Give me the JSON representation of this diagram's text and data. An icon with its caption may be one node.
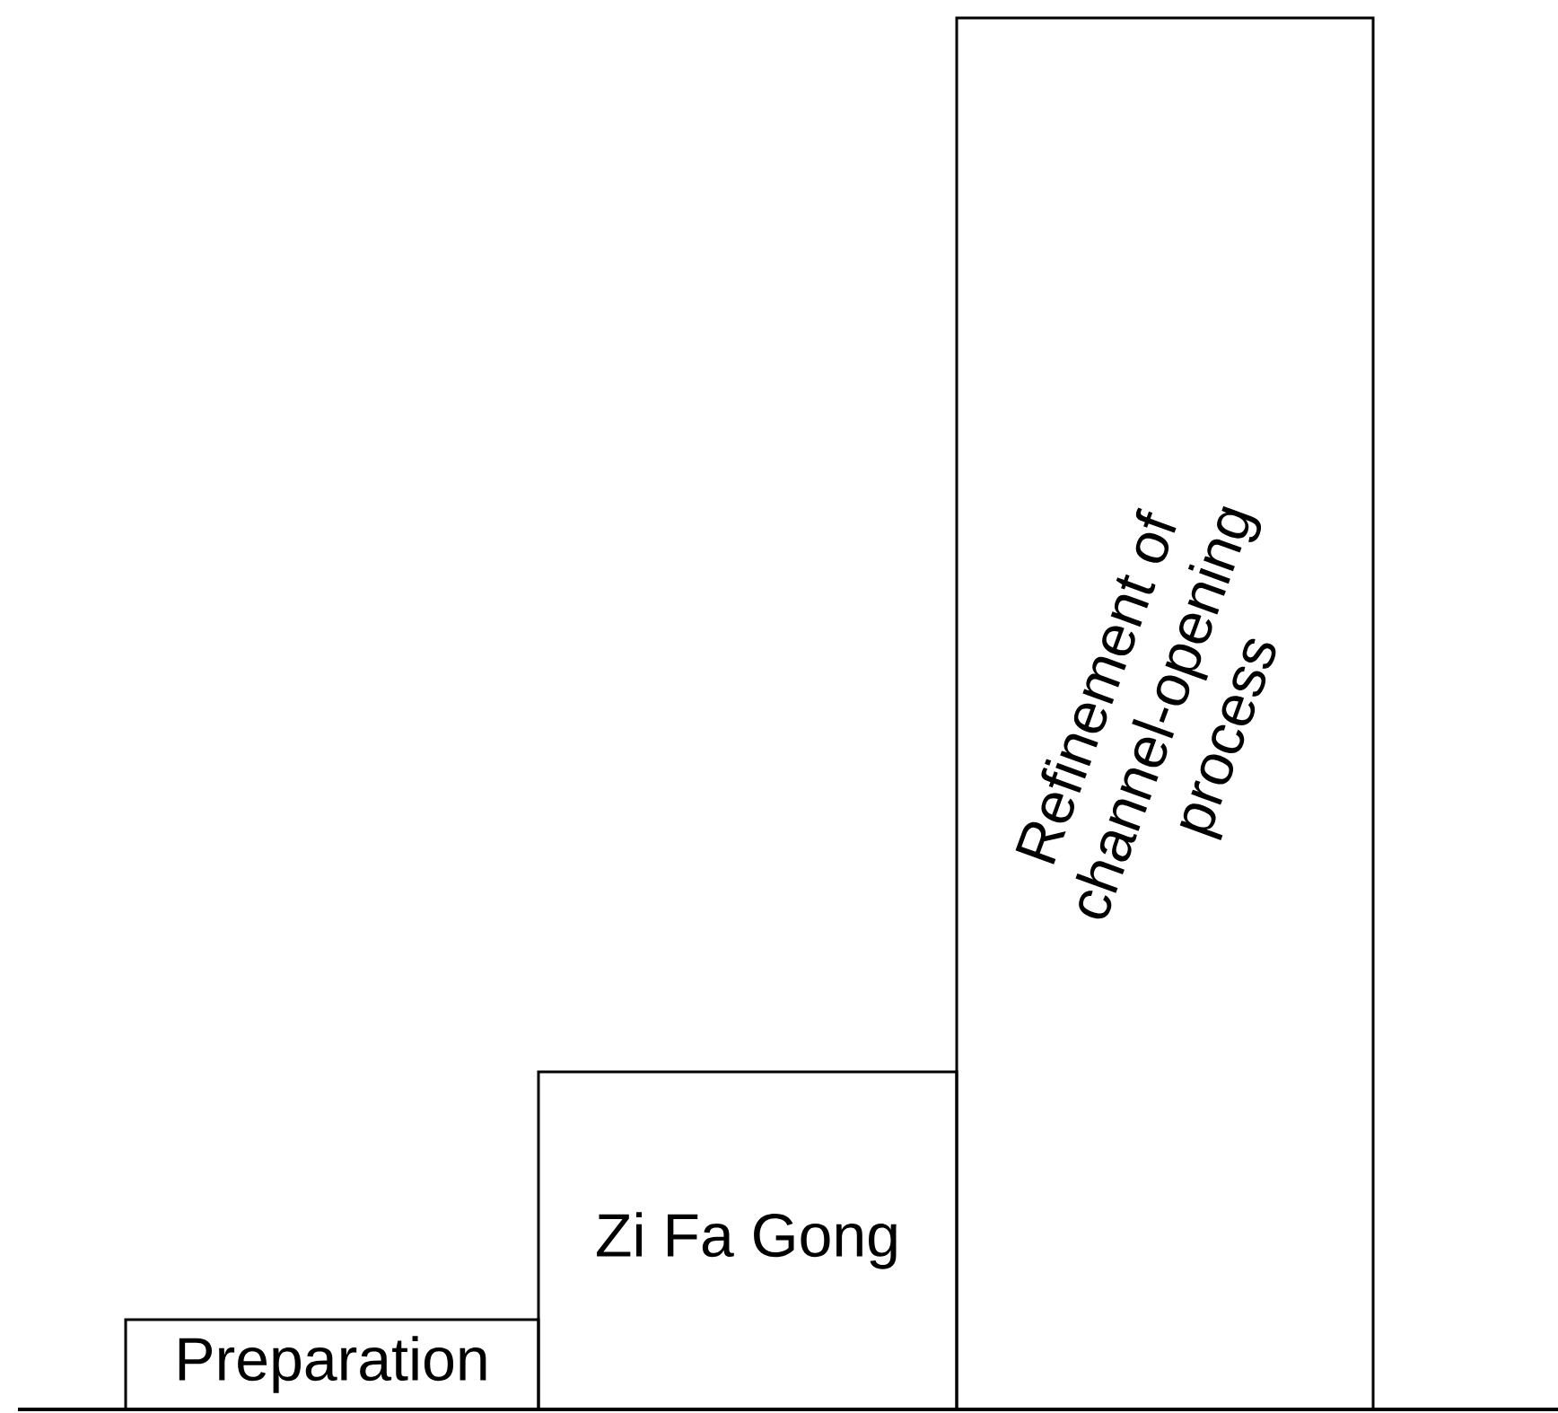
{
  "diagram": {
    "nodes": [
      {
        "text": [
          "Preparation"
        ]
      },
      {
        "text": [
          "Zi Fa Gong"
        ]
      },
      {
        "text": [
          "Refinement of channel-opening process"
        ]
      }
    ]
  }
}
